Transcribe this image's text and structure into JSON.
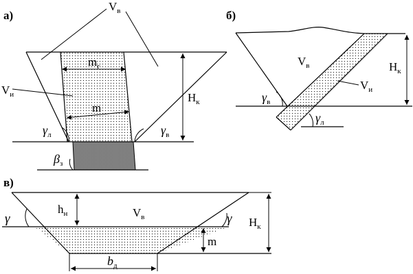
{
  "panels": {
    "a": {
      "label": "а)",
      "v_upper": "V",
      "v_upper_sub": "в",
      "v_left": "V",
      "v_left_sub": "и",
      "m_top": "m",
      "m_top_sub": "г",
      "m_mid": "m",
      "h": "H",
      "h_sub": "к",
      "gamma_left": "γ",
      "gamma_left_sub": "л",
      "gamma_right": "γ",
      "gamma_right_sub": "в",
      "beta": "β",
      "beta_sub": "з"
    },
    "b": {
      "label": "б)",
      "v_top": "V",
      "v_top_sub": "в",
      "v_right": "V",
      "v_right_sub": "и",
      "h": "H",
      "h_sub": "к",
      "gamma_left": "γ",
      "gamma_left_sub": "в",
      "gamma_right": "γ",
      "gamma_right_sub": "л"
    },
    "c": {
      "label": "в)",
      "gamma_left": "γ",
      "gamma_right": "γ",
      "h_n": "h",
      "h_n_sub": "н",
      "v": "V",
      "v_sub": "в",
      "m": "m",
      "h": "H",
      "h_sub": "к",
      "b": "b",
      "b_sub": "д"
    }
  },
  "colors": {
    "line": "#000000",
    "hatch_dots": "#000000",
    "background": "#ffffff"
  }
}
